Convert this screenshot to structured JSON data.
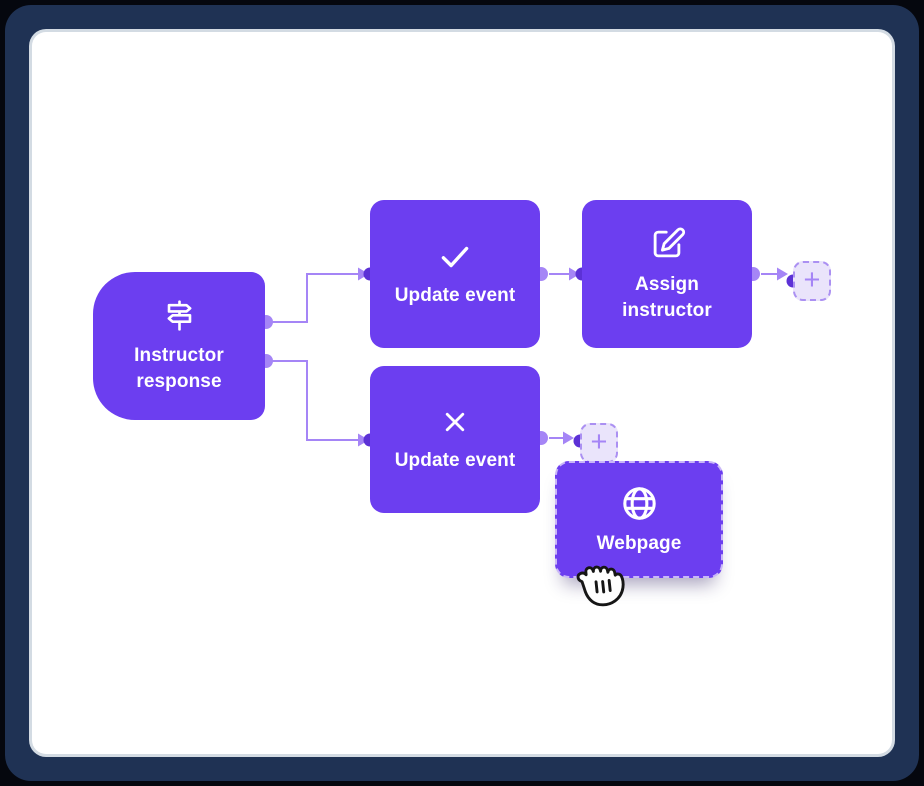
{
  "window": {
    "frame_color": "#1f3254",
    "canvas_color": "#ffffff"
  },
  "flow": {
    "nodes": [
      {
        "id": "instructor-response",
        "label": "Instructor response",
        "icon": "signpost-icon",
        "type": "trigger"
      },
      {
        "id": "update-event-confirmed",
        "label": "Update event",
        "icon": "check-icon",
        "type": "action"
      },
      {
        "id": "assign-instructor",
        "label": "Assign instructor",
        "icon": "edit-icon",
        "type": "action"
      },
      {
        "id": "update-event-declined",
        "label": "Update event",
        "icon": "x-icon",
        "type": "action"
      },
      {
        "id": "webpage",
        "label": "Webpage",
        "icon": "globe-icon",
        "type": "action",
        "state": "dragging"
      }
    ],
    "add_buttons": [
      {
        "id": "add-step-top",
        "label": "+"
      },
      {
        "id": "add-step-bottom",
        "label": "+"
      }
    ],
    "cursor": "grabbing-hand",
    "colors": {
      "node_fill": "#6c3ef0",
      "node_text": "#ffffff",
      "connector": "#a585f6",
      "output_port": "#a585f6",
      "input_port": "#5c31d6",
      "placeholder_fill": "#eae4fb",
      "placeholder_border": "#ab90f2",
      "drag_dash_border": "#c9b7f8"
    }
  }
}
